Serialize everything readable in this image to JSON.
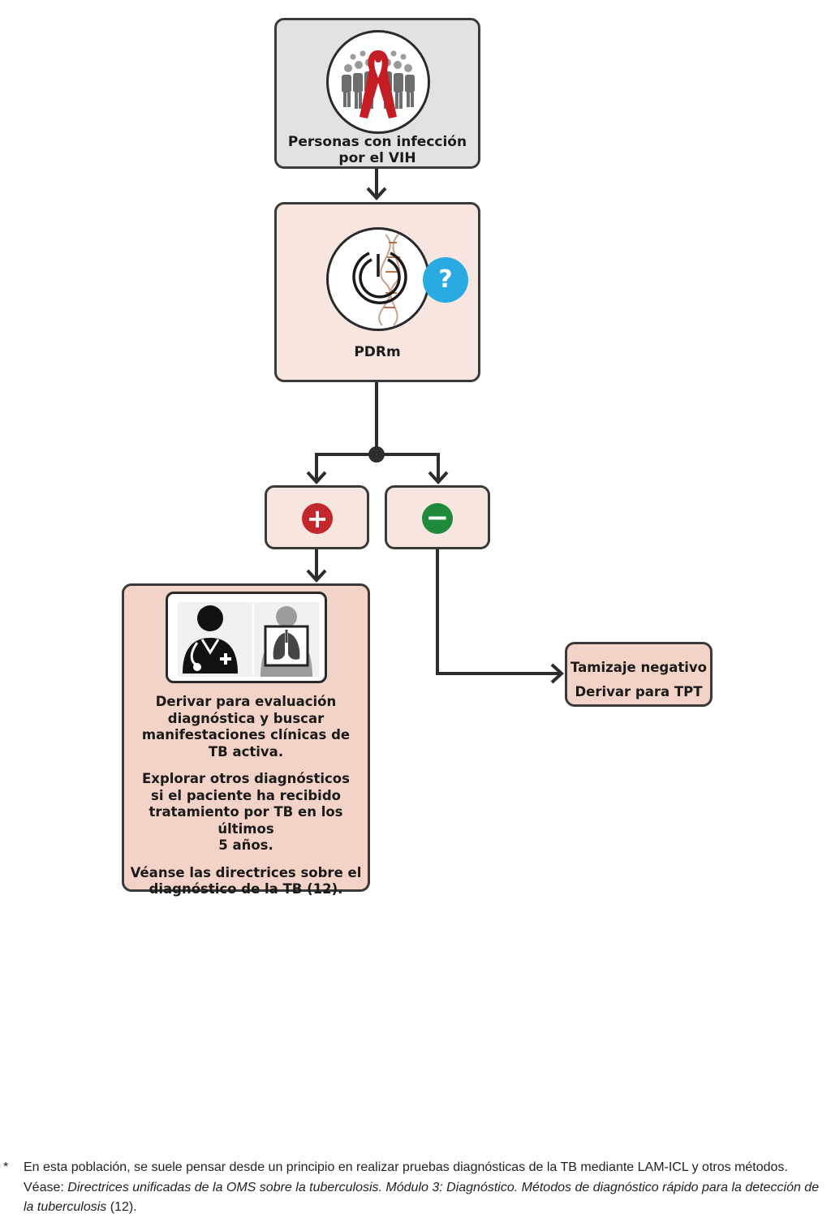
{
  "nodes": {
    "hiv": {
      "label_line1": "Personas con infección",
      "label_line2": "por el VIH",
      "icon": "hiv-ribbon-people-icon"
    },
    "pdrm": {
      "label": "PDRm",
      "icon": "dna-timer-icon",
      "badge": "?"
    },
    "positive": {
      "symbol": "+",
      "color": "#c1272d"
    },
    "negative": {
      "symbol": "−",
      "color": "#1e8a3c"
    },
    "evaluation": {
      "icons": [
        "doctor-icon",
        "chest-xray-icon"
      ],
      "para1": [
        "Derivar para evaluación",
        "diagnóstica y buscar",
        "manifestaciones clínicas de",
        "TB activa."
      ],
      "para2": [
        "Explorar otros diagnósticos",
        "si el paciente ha recibido",
        "tratamiento por TB en los últimos",
        "5 años."
      ],
      "para3": [
        "Véanse las directrices sobre el",
        "diagnóstico de la TB (12)."
      ]
    },
    "negative_result": {
      "line1": "Tamizaje negativo",
      "line2": "Derivar para TPT"
    }
  },
  "footnote": {
    "marker": "*",
    "text1": "En esta población, se suele pensar desde un principio en realizar pruebas diagnósticas de la TB mediante LAM-ICL y otros métodos.",
    "text2_prefix": "Véase: ",
    "text2_italic": "Directrices unificadas de la OMS sobre la tuberculosis. Módulo 3: Diagnóstico. Métodos de diagnóstico rápido para la detección de la tuberculosis",
    "text2_suffix": " (12)."
  },
  "colors": {
    "border": "#3a3a3a",
    "gray_fill": "#e2e2e2",
    "pink_fill": "#f7e6df",
    "pink_dark_fill": "#f3d3c8",
    "badge_blue": "#29abe2"
  }
}
